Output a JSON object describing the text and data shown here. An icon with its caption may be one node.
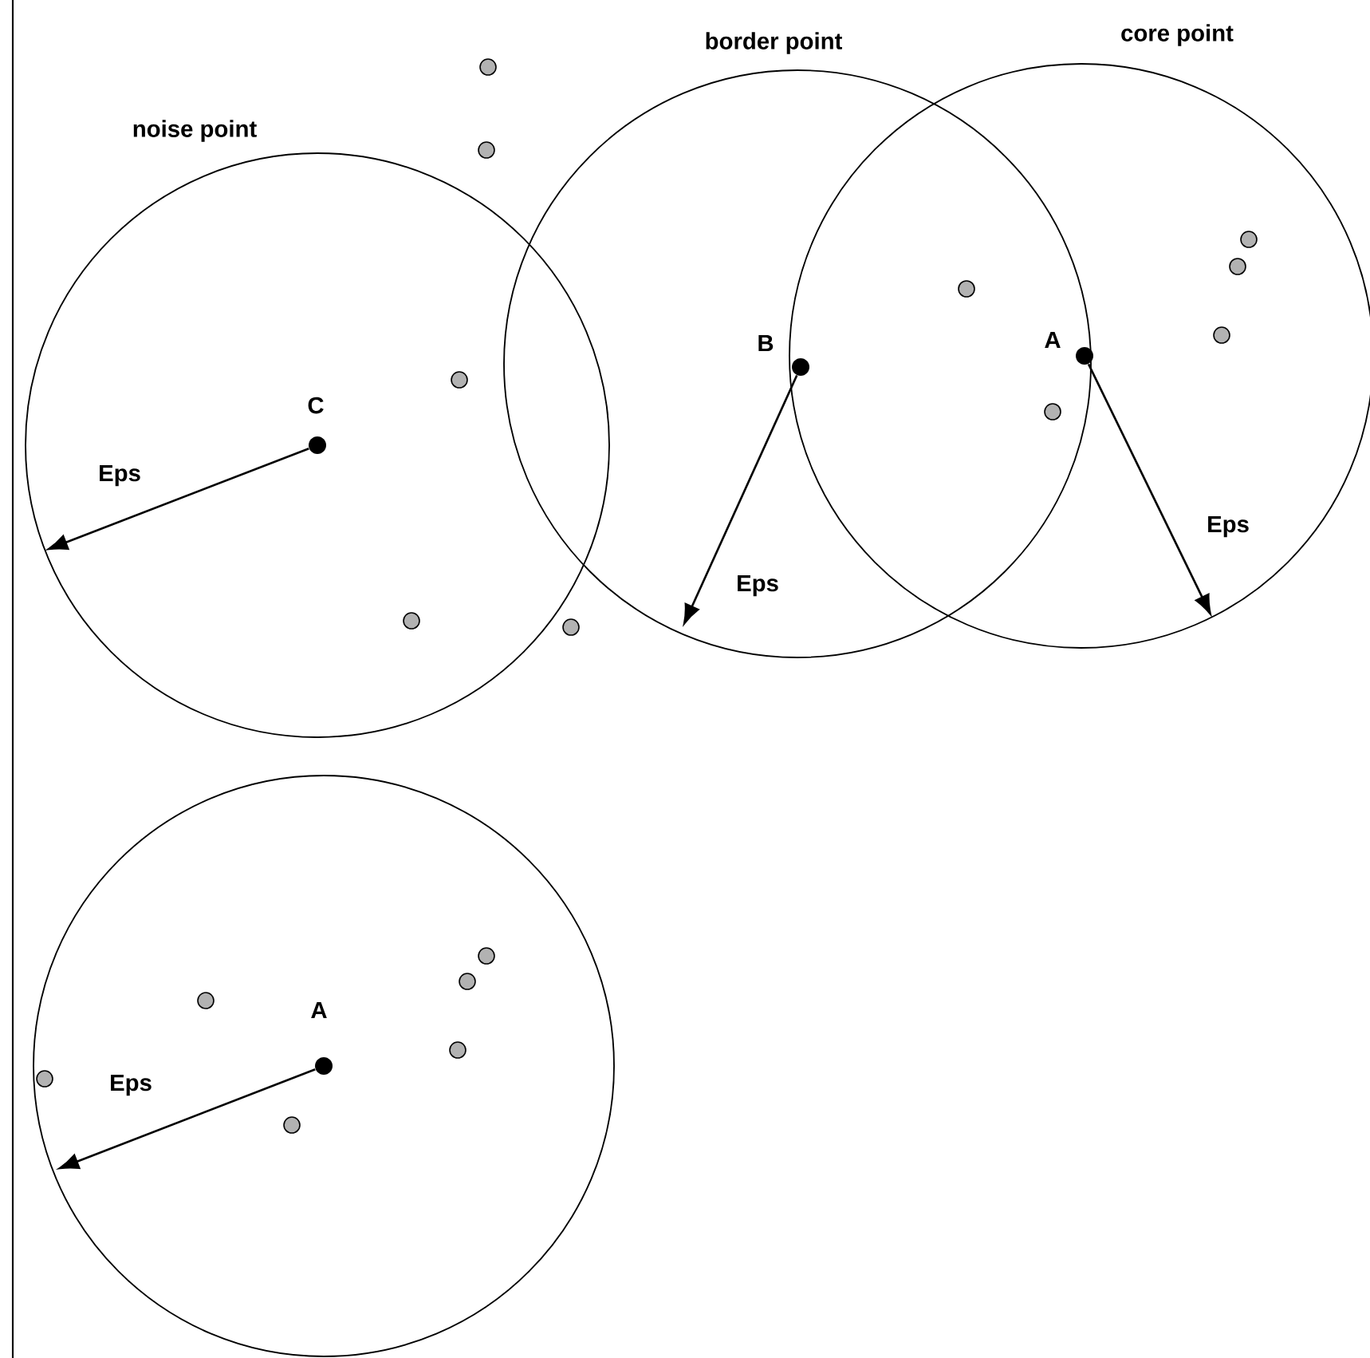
{
  "diagram": {
    "nodes": [
      {
        "text": [
          "noise point"
        ]
      },
      {
        "text": [
          "border point"
        ]
      },
      {
        "text": [
          "core point"
        ]
      },
      {
        "text": [],
        "shape": "circle"
      },
      {
        "text": [
          "C"
        ],
        "in": 0
      },
      {
        "text": [
          "B"
        ]
      },
      {
        "text": [
          "A"
        ]
      },
      {
        "text": [
          "A"
        ],
        "in": 3
      }
    ],
    "labels": [
      "Eps",
      "Eps",
      "Eps",
      "Eps"
    ]
  }
}
